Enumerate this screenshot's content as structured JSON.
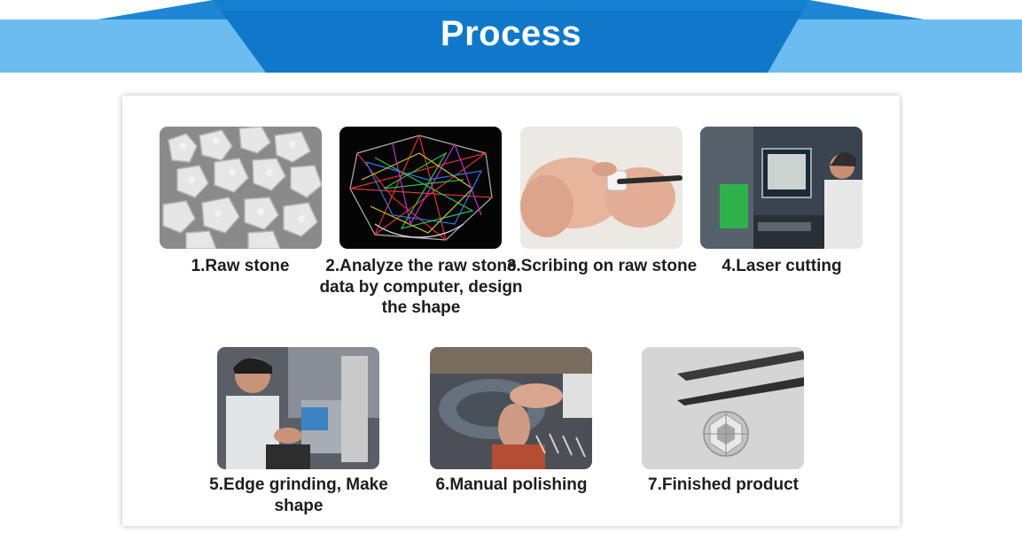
{
  "header": {
    "title": "Process",
    "colors": {
      "banner_dark": "#0f78c9",
      "banner_light": "#67b8ef",
      "banner_mid": "#1f8ede"
    }
  },
  "steps": [
    {
      "label": "1.Raw stone",
      "image": "raw-stone-photo"
    },
    {
      "label": "2.Analyze the raw stone data by computer, design the shape",
      "image": "computer-analysis-photo"
    },
    {
      "label": "3.Scribing on raw stone",
      "image": "scribing-photo"
    },
    {
      "label": "4.Laser cutting",
      "image": "laser-cutting-photo"
    },
    {
      "label": "5.Edge grinding, Make shape",
      "image": "edge-grinding-photo"
    },
    {
      "label": "6.Manual polishing",
      "image": "manual-polishing-photo"
    },
    {
      "label": "7.Finished product",
      "image": "finished-product-photo"
    }
  ]
}
